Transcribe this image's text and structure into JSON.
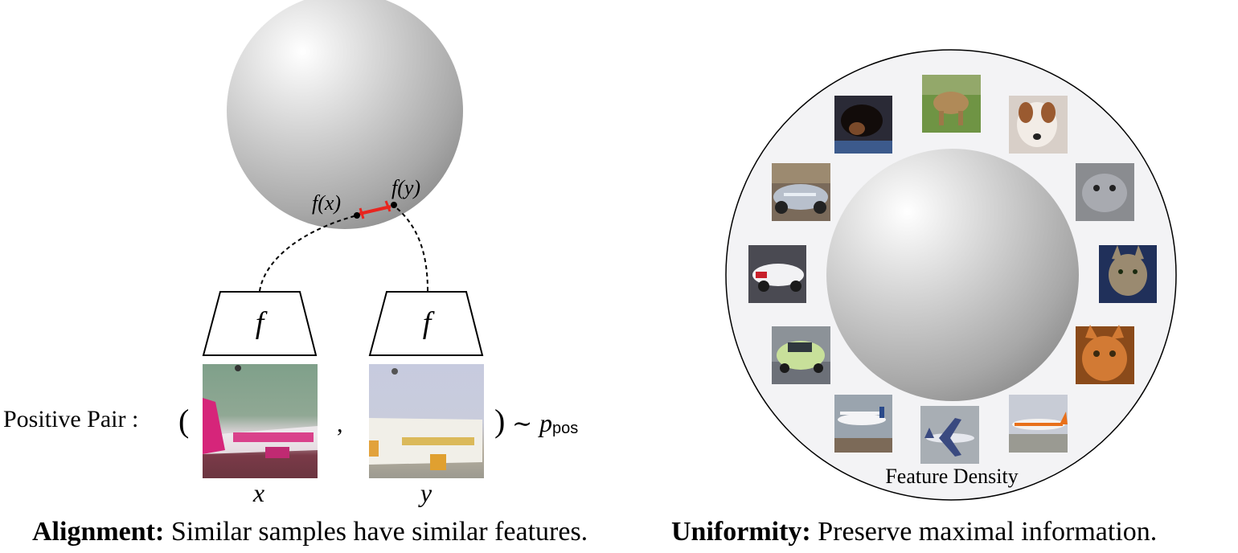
{
  "alignment": {
    "encoder_label": "f",
    "point_x_label": "f(x)",
    "point_y_label": "f(y)",
    "positive_pair_label": "Positive Pair :",
    "open_paren": "(",
    "comma": ",",
    "close_paren": ")",
    "tilde": "∼",
    "p_label": "p",
    "p_subscript": "pos",
    "x_label": "x",
    "y_label": "y",
    "caption_bold": "Alignment:",
    "caption_text": " Similar samples have similar features.",
    "highlight_color": "#e8251f"
  },
  "uniformity": {
    "density_label": "Feature Density",
    "caption_bold": "Uniformity:",
    "caption_text": " Preserve maximal information.",
    "thumbnails": [
      {
        "name": "dog-dachshund-thumbnail"
      },
      {
        "name": "dog-terrier-grass-thumbnail"
      },
      {
        "name": "dog-jack-russell-thumbnail"
      },
      {
        "name": "car-cobra-thumbnail"
      },
      {
        "name": "cat-pallas-thumbnail"
      },
      {
        "name": "car-bmw-thumbnail"
      },
      {
        "name": "cat-tabby-thumbnail"
      },
      {
        "name": "car-smart-thumbnail"
      },
      {
        "name": "cat-orange-thumbnail"
      },
      {
        "name": "plane-seaplane-thumbnail"
      },
      {
        "name": "plane-jet-sky-thumbnail"
      },
      {
        "name": "plane-easyjet-thumbnail"
      }
    ]
  }
}
